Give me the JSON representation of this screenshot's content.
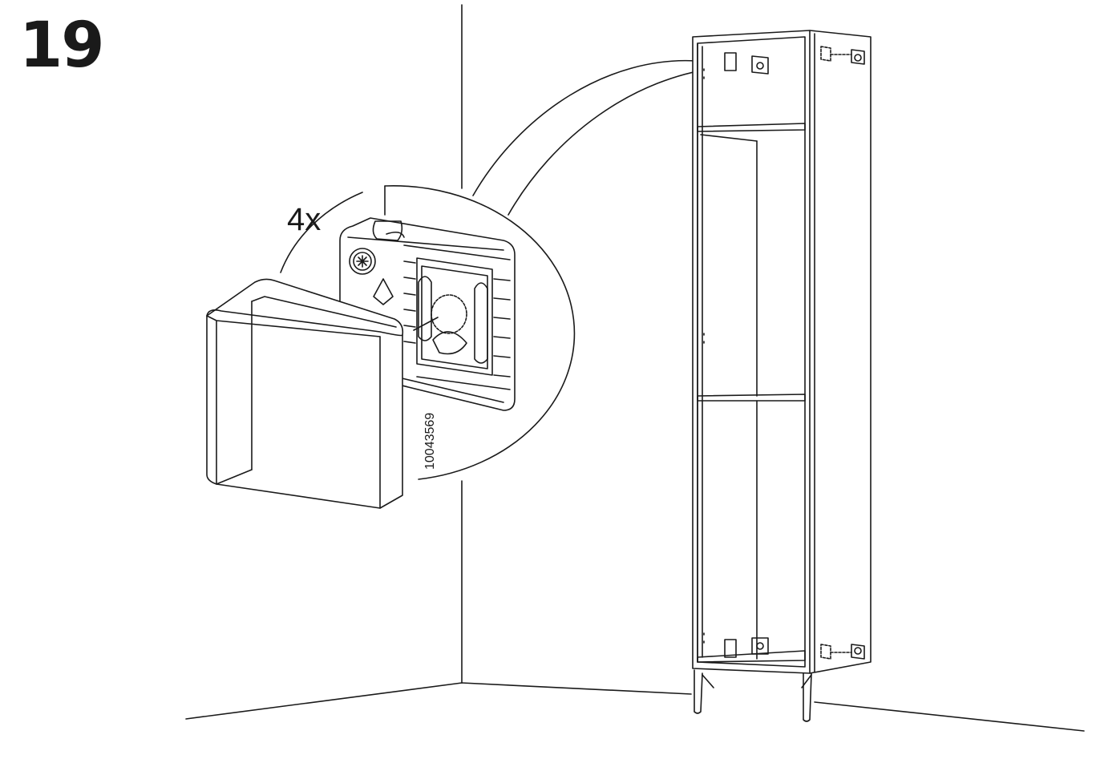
{
  "step": {
    "number": "19"
  },
  "callout": {
    "quantity": "4x",
    "part_number": "10043569"
  },
  "colors": {
    "line": "#1a1a1a",
    "background": "#ffffff",
    "fill": "#ffffff"
  },
  "icons": [
    "wall-corner",
    "cover-cap",
    "hinge-bracket-closeup",
    "tall-cabinet",
    "magnifier-callout"
  ]
}
